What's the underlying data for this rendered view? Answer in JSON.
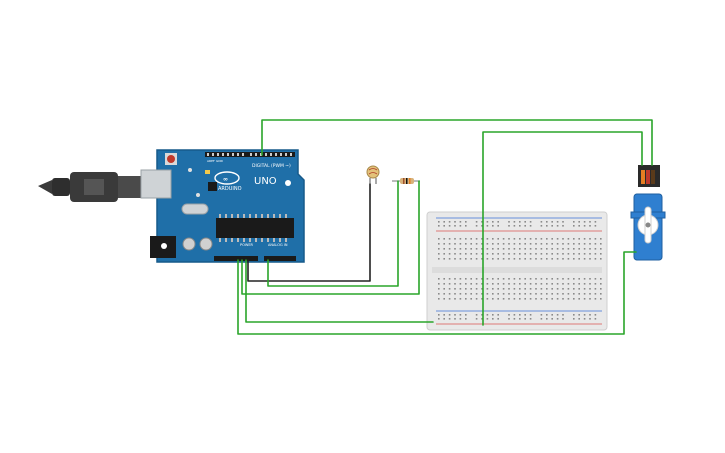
{
  "arduino": {
    "brand": "ARDUINO",
    "model": "UNO",
    "digital_label": "DIGITAL (PWM ~)",
    "power_label": "POWER",
    "analog_label": "ANALOG IN",
    "aref_label": "AREF",
    "gnd_label": "GND",
    "on_label": "ON"
  },
  "colors": {
    "board": "#1f6fa8",
    "board_dark": "#175a8a",
    "wire_green": "#2aa52a",
    "wire_black": "#222222",
    "breadboard": "#e9e9e9",
    "rail_red": "#d9534f",
    "rail_blue": "#3b6fd6",
    "servo": "#2f7fd0",
    "usb_cable": "#333333",
    "photoresistor": "#e3c27a"
  },
  "components": {
    "board": "arduino-uno",
    "breadboard": "breadboard-half",
    "servo": "micro-servo",
    "sensor": "photoresistor",
    "resistor": "resistor"
  }
}
